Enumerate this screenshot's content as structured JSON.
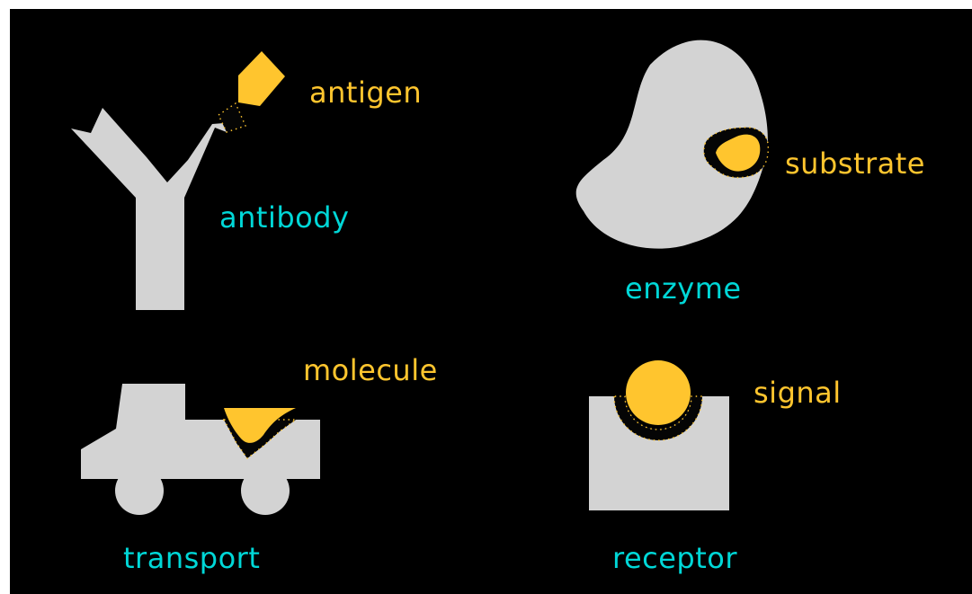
{
  "colors": {
    "background": "#000000",
    "protein": "#d3d3d3",
    "ligand": "#ffc52e",
    "protein_label": "#00d7d7",
    "ligand_label": "#ffc52e"
  },
  "panels": {
    "antibody": {
      "protein_label": "antibody",
      "ligand_label": "antigen"
    },
    "enzyme": {
      "protein_label": "enzyme",
      "ligand_label": "substrate"
    },
    "transport": {
      "protein_label": "transport",
      "ligand_label": "molecule"
    },
    "receptor": {
      "protein_label": "receptor",
      "ligand_label": "signal"
    }
  }
}
